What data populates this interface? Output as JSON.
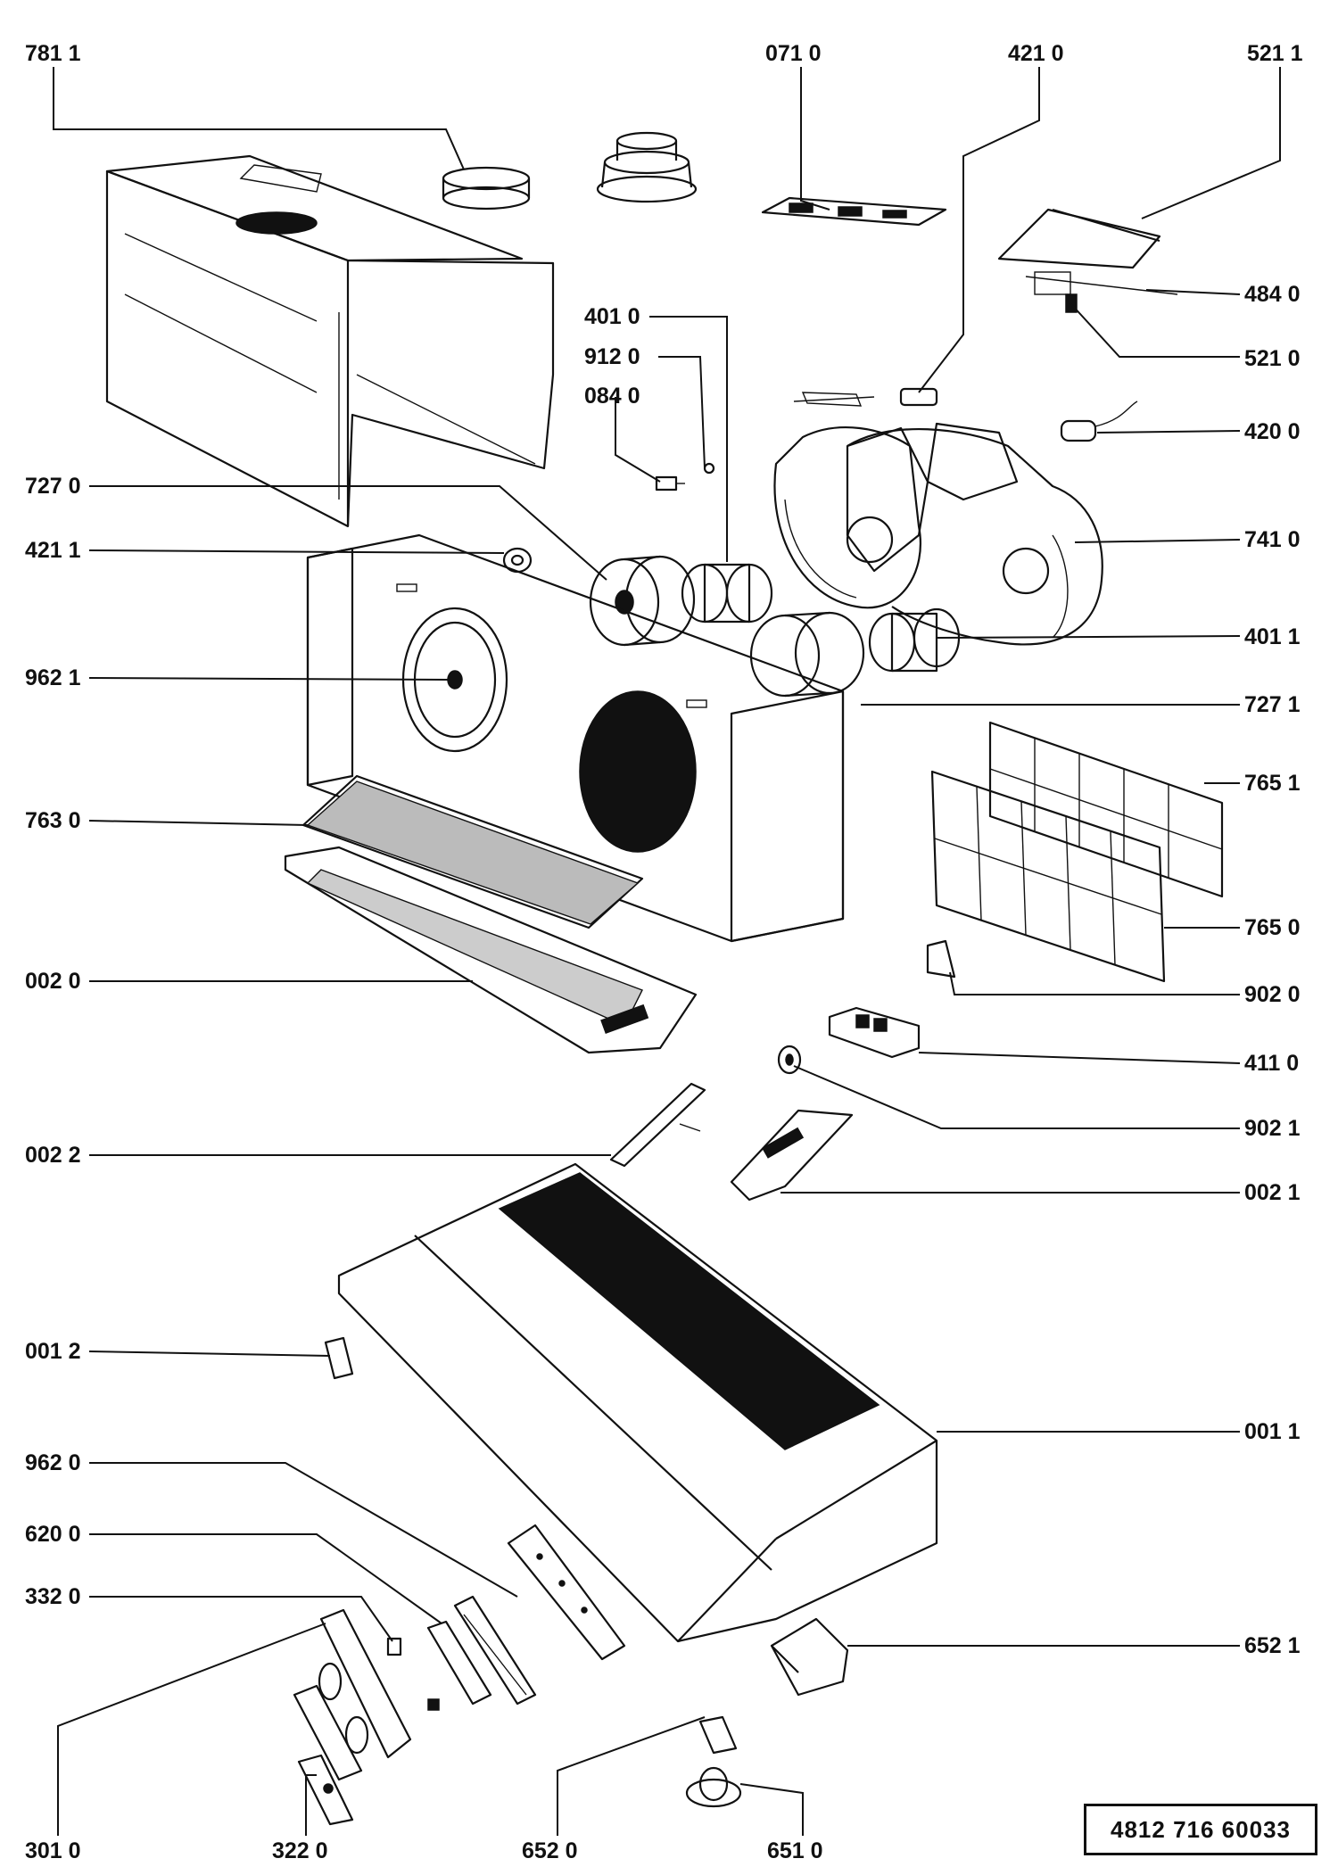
{
  "diagram": {
    "part_labels": [
      {
        "id": "p7811",
        "text": "781 1"
      },
      {
        "id": "p0710",
        "text": "071 0"
      },
      {
        "id": "p4210",
        "text": "421 0"
      },
      {
        "id": "p5211",
        "text": "521 1"
      },
      {
        "id": "p4840",
        "text": "484 0"
      },
      {
        "id": "p5210",
        "text": "521 0"
      },
      {
        "id": "p4010",
        "text": "401 0"
      },
      {
        "id": "p9120",
        "text": "912 0"
      },
      {
        "id": "p0840",
        "text": "084 0"
      },
      {
        "id": "p4200",
        "text": "420 0"
      },
      {
        "id": "p7270",
        "text": "727 0"
      },
      {
        "id": "p4211",
        "text": "421 1"
      },
      {
        "id": "p7410",
        "text": "741 0"
      },
      {
        "id": "p4011",
        "text": "401 1"
      },
      {
        "id": "p9621",
        "text": "962 1"
      },
      {
        "id": "p7271",
        "text": "727 1"
      },
      {
        "id": "p7651",
        "text": "765 1"
      },
      {
        "id": "p7630",
        "text": "763 0"
      },
      {
        "id": "p7650",
        "text": "765 0"
      },
      {
        "id": "p0020",
        "text": "002 0"
      },
      {
        "id": "p9020",
        "text": "902 0"
      },
      {
        "id": "p4110",
        "text": "411 0"
      },
      {
        "id": "p9021",
        "text": "902 1"
      },
      {
        "id": "p0022",
        "text": "002 2"
      },
      {
        "id": "p0021",
        "text": "002 1"
      },
      {
        "id": "p0012",
        "text": "001 2"
      },
      {
        "id": "p0011",
        "text": "001 1"
      },
      {
        "id": "p9620",
        "text": "962 0"
      },
      {
        "id": "p6200",
        "text": "620 0"
      },
      {
        "id": "p3320",
        "text": "332 0"
      },
      {
        "id": "p6521",
        "text": "652 1"
      },
      {
        "id": "p3010",
        "text": "301 0"
      },
      {
        "id": "p3220",
        "text": "322  0"
      },
      {
        "id": "p6520",
        "text": "652  0"
      },
      {
        "id": "p6510",
        "text": "651 0"
      }
    ],
    "document_number": "4812   716   60033"
  }
}
